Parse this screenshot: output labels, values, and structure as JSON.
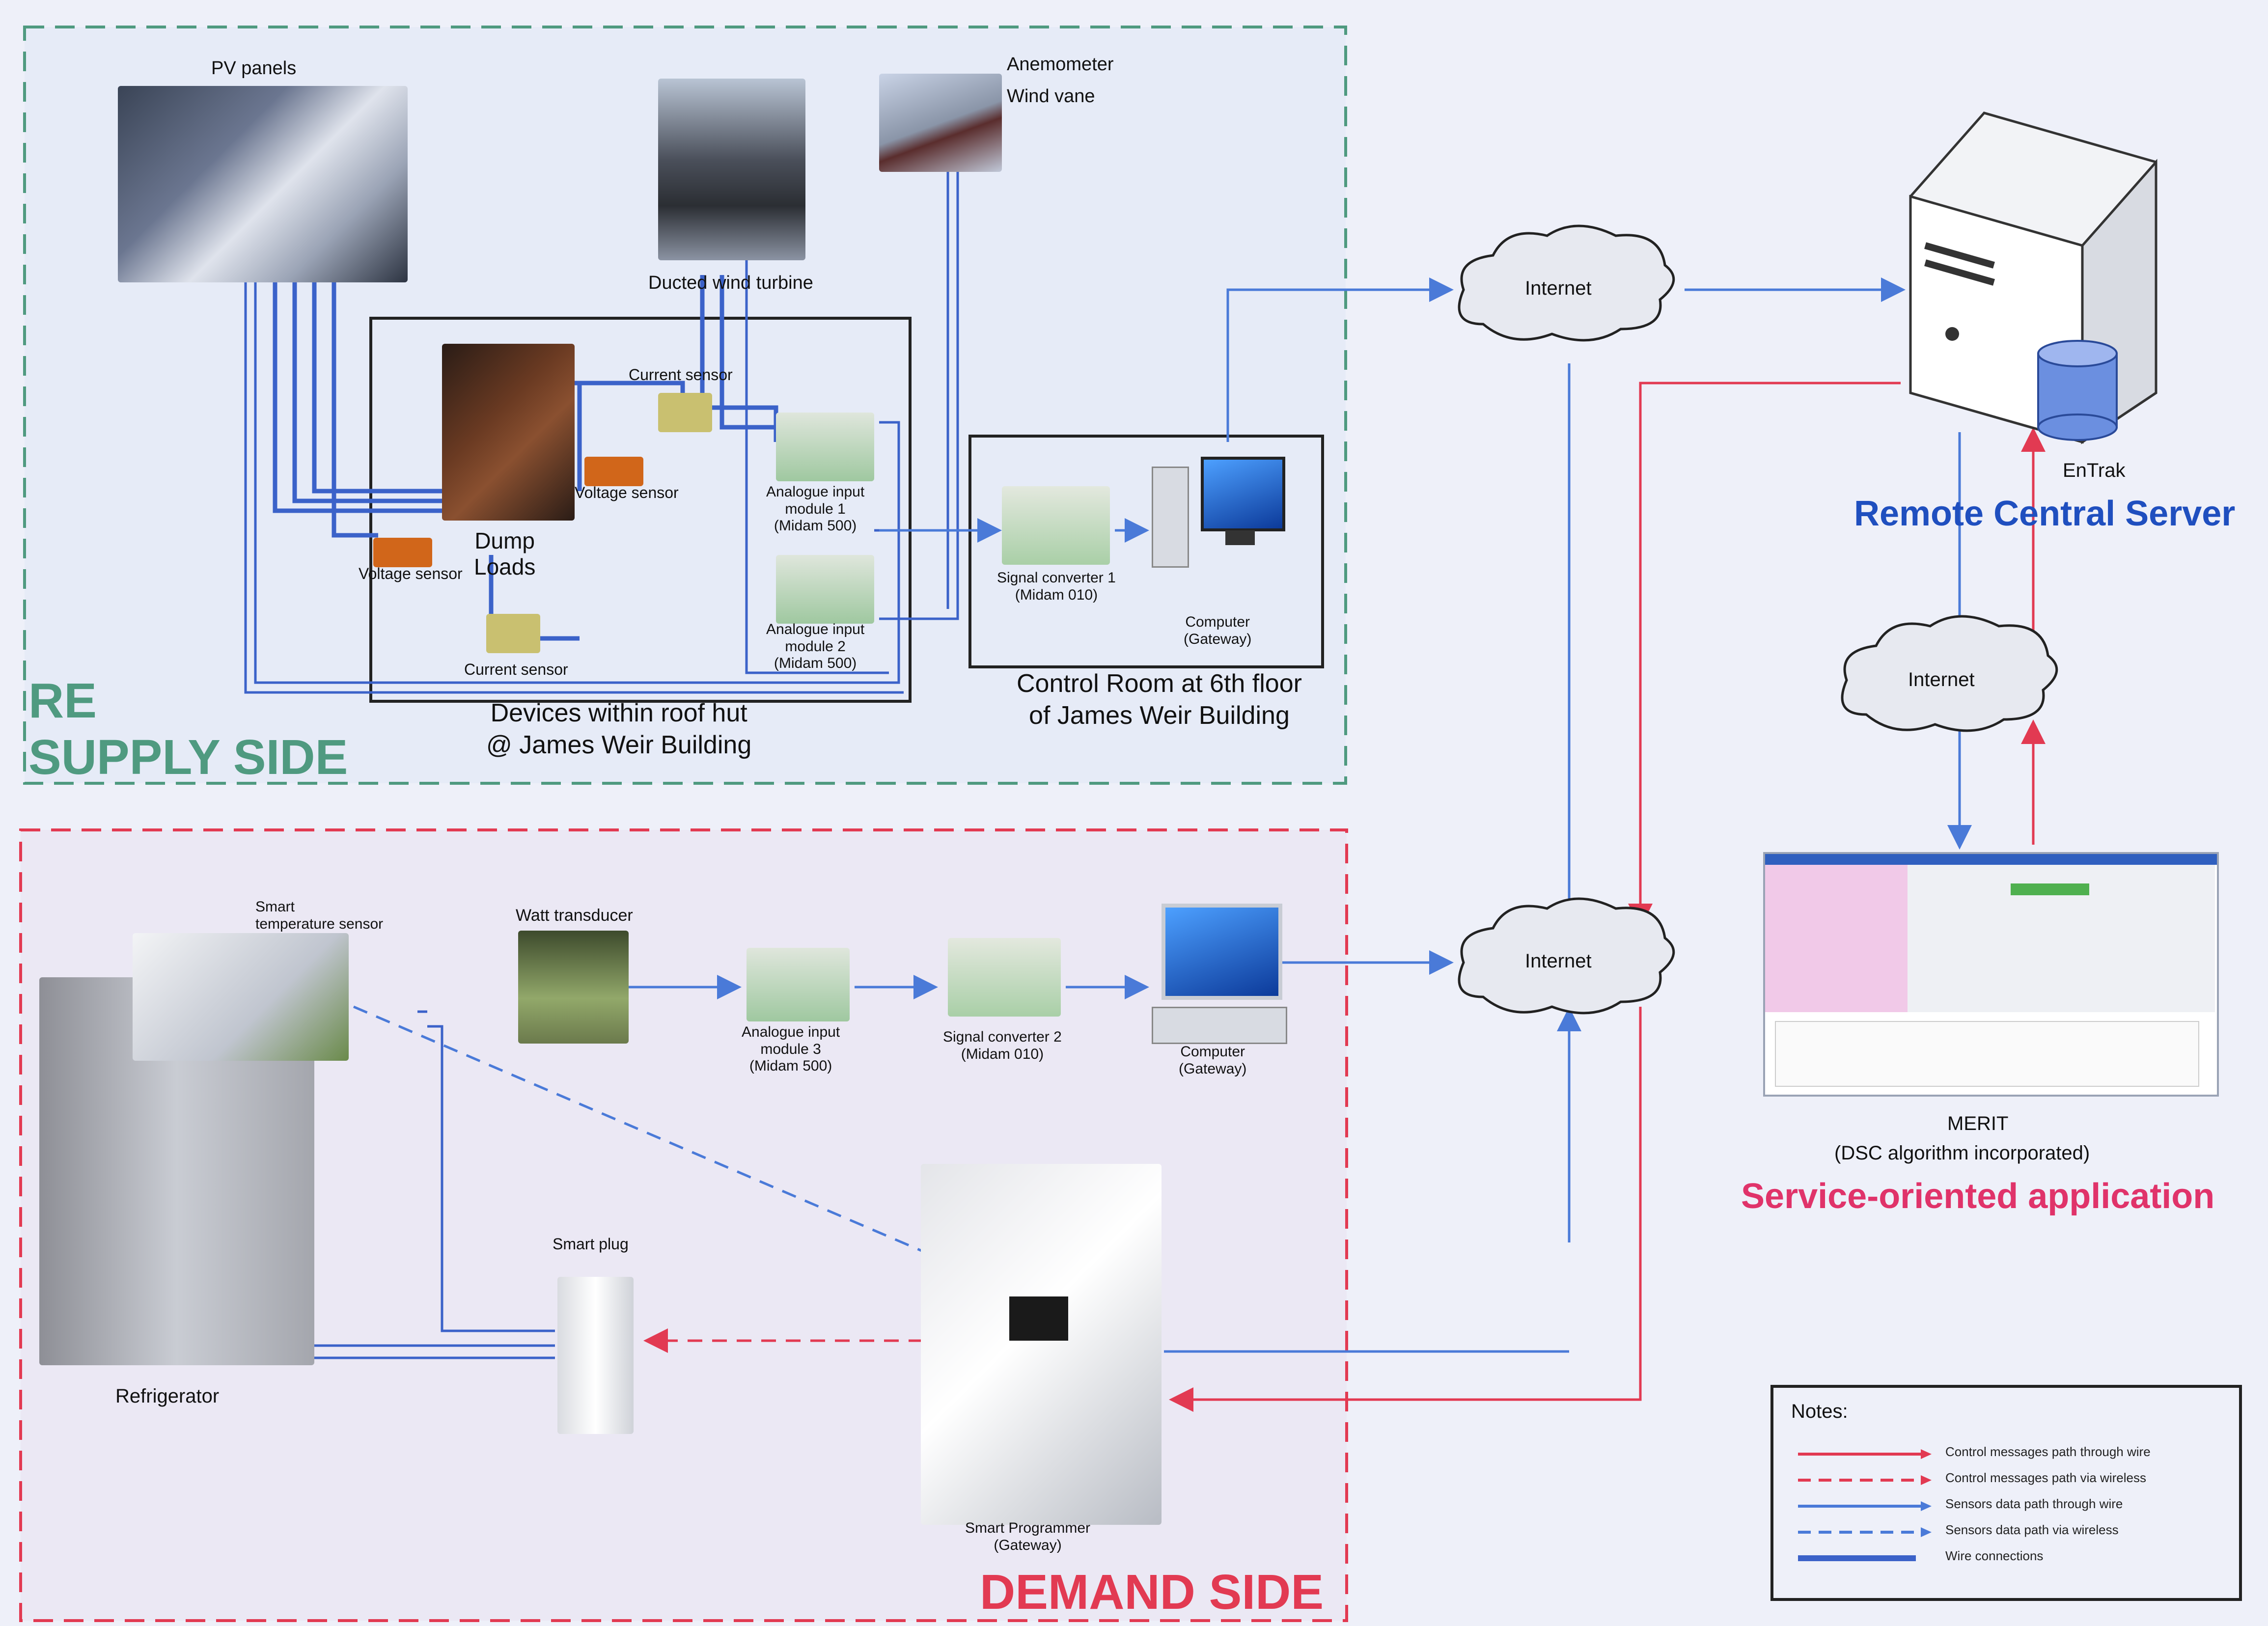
{
  "sections": {
    "supply_title": [
      "RE",
      "SUPPLY SIDE"
    ],
    "demand_title": "DEMAND SIDE"
  },
  "supply": {
    "pv_panels": "PV panels",
    "anemometer": "Anemometer",
    "wind_vane": "Wind vane",
    "ducted_turbine": "Ducted wind turbine",
    "current_sensor_top": "Current sensor",
    "current_sensor_bottom": "Current sensor",
    "voltage_sensor_1": "Voltage sensor",
    "voltage_sensor_2": "Voltage sensor",
    "dump_loads": [
      "Dump",
      "Loads"
    ],
    "aim1": [
      "Analogue input",
      "module 1",
      "(Midam 500)"
    ],
    "aim2": [
      "Analogue input",
      "module 2",
      "(Midam 500)"
    ],
    "signal_converter_1": [
      "Signal converter 1",
      "(Midam 010)"
    ],
    "computer_1": [
      "Computer",
      "(Gateway)"
    ],
    "roof_hut": [
      "Devices within roof hut",
      "@ James Weir Building"
    ],
    "control_room": [
      "Control Room at 6th floor",
      "of James Weir Building"
    ]
  },
  "demand": {
    "smart_temp_sensor": [
      "Smart",
      "temperature sensor"
    ],
    "watt_transducer": "Watt transducer",
    "aim3": [
      "Analogue input",
      "module 3",
      "(Midam 500)"
    ],
    "signal_converter_2": [
      "Signal converter 2",
      "(Midam 010)"
    ],
    "computer_2": [
      "Computer",
      "(Gateway)"
    ],
    "smart_plug": "Smart plug",
    "refrigerator": "Refrigerator",
    "smart_programmer": [
      "Smart Programmer",
      "(Gateway)"
    ]
  },
  "network": {
    "internet_top": "Internet",
    "internet_mid": "Internet",
    "internet_bottom": "Internet"
  },
  "server": {
    "entrak": "EnTrak",
    "title": "Remote Central Server"
  },
  "app": {
    "name": "MERIT",
    "note": "(DSC algorithm incorporated)",
    "title": "Service-oriented application"
  },
  "notes": {
    "title": "Notes:",
    "items": [
      "Control messages path through wire",
      "Control messages path via wireless",
      "Sensors data path through wire",
      "Sensors data path via wireless",
      "Wire connections"
    ]
  },
  "colors": {
    "supply_border": "#4f9a80",
    "demand_border": "#e23a52",
    "wire": "#3b62c9",
    "sensor_path": "#4a7ad8",
    "control_path": "#e23a52",
    "server_title": "#1f4fbf",
    "app_title": "#e0336a"
  }
}
